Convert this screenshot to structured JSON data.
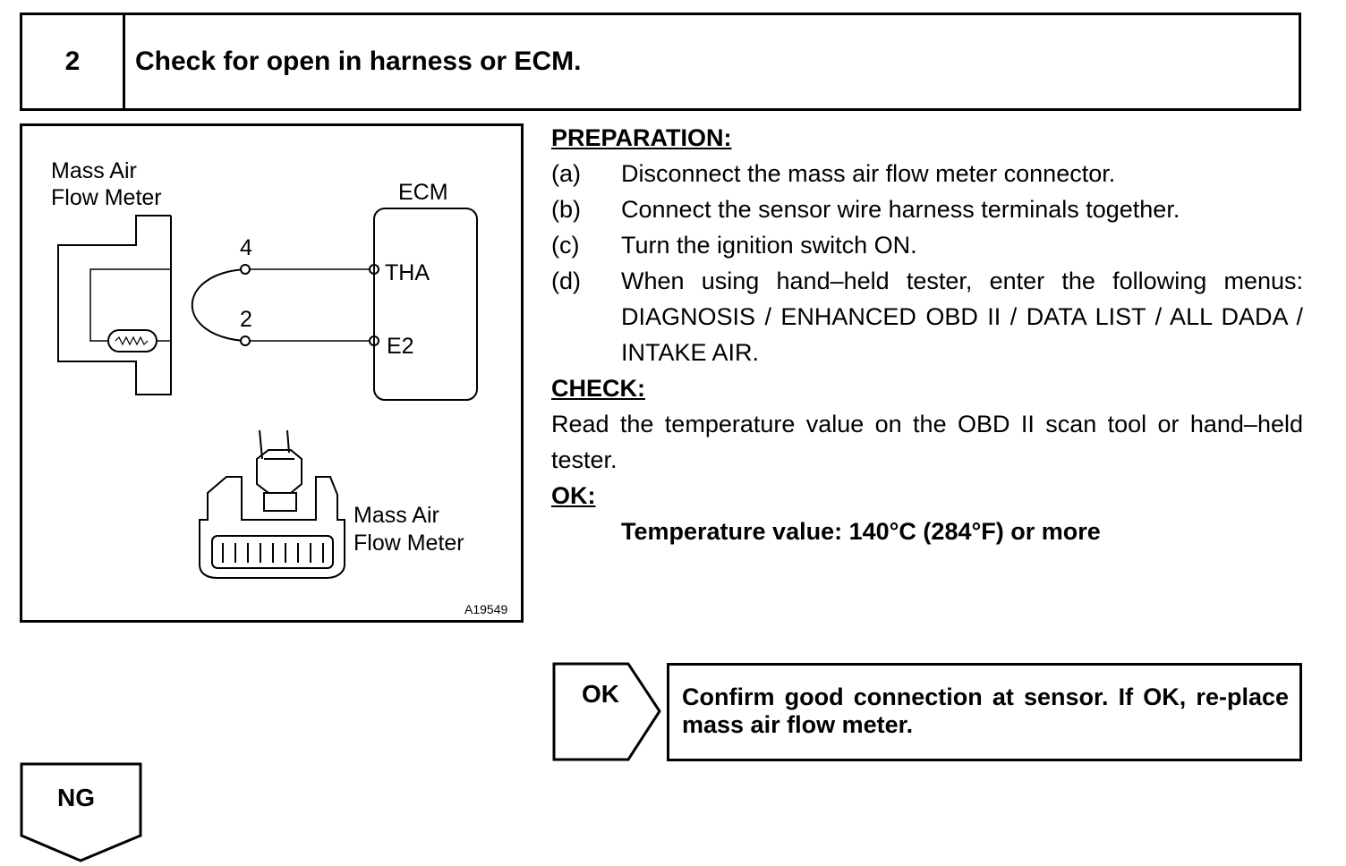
{
  "header": {
    "step_number": "2",
    "title": "Check for open in harness or ECM."
  },
  "figure": {
    "sensor_label_line1": "Mass Air",
    "sensor_label_line2": "Flow Meter",
    "ecm_label": "ECM",
    "terminal_4": "4",
    "terminal_2": "2",
    "ecm_terminal_tha": "THA",
    "ecm_terminal_e2": "E2",
    "connector_label_line1": "Mass Air",
    "connector_label_line2": "Flow Meter",
    "figure_id": "A19549"
  },
  "preparation": {
    "heading": "PREPARATION:",
    "steps": [
      {
        "label": "(a)",
        "text": "Disconnect the mass air flow meter connector."
      },
      {
        "label": "(b)",
        "text": "Connect the sensor wire harness terminals together."
      },
      {
        "label": "(c)",
        "text": "Turn the ignition switch ON."
      },
      {
        "label": "(d)",
        "text": "When using hand–held tester, enter the following menus: DIAGNOSIS / ENHANCED OBD II / DATA LIST / ALL DADA / INTAKE AIR."
      }
    ]
  },
  "check": {
    "heading": "CHECK:",
    "text": "Read the temperature value on the OBD II scan tool or hand–held tester."
  },
  "ok_spec": {
    "heading": "OK:",
    "text": "Temperature value: 140°C (284°F) or more"
  },
  "ok_branch": {
    "label": "OK",
    "result": "Confirm good connection at sensor. If OK, re-place mass air flow meter."
  },
  "ng_branch": {
    "label": "NG"
  }
}
